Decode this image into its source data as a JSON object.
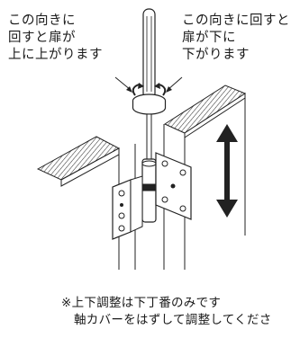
{
  "labels": {
    "left": [
      "この向きに",
      "回すと扉が",
      "上に上がります"
    ],
    "right": [
      "この向きに回すと",
      "扉が下に",
      "下がります"
    ]
  },
  "note": [
    "※上下調整は下丁番のみです",
    "軸カバーをはずして調整してくださ"
  ]
}
